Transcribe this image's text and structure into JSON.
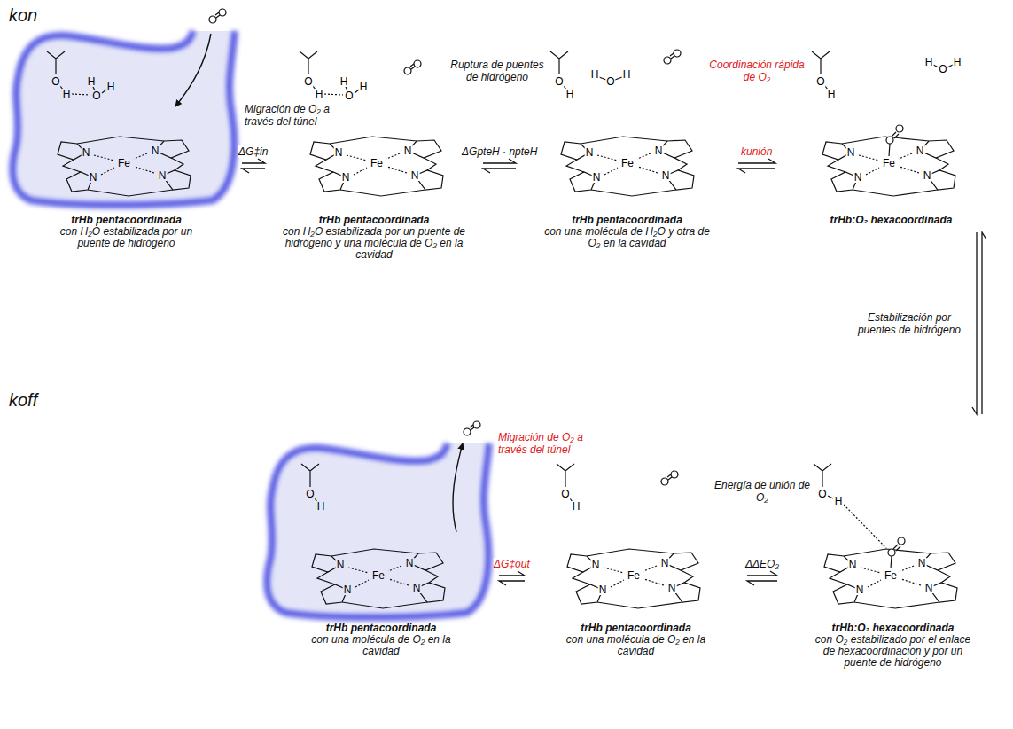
{
  "diagram": {
    "nodes": [
      {
        "text": [
          "trHb pentacoordinada",
          "con H₂O estabilizada por un puente de hidrógeno"
        ]
      },
      {
        "text": [
          "trHb pentacoordinada",
          "con H₂O estabilizada por un puente de hidrógeno y una molécula de O₂ en la cavidad"
        ]
      },
      {
        "text": [
          "trHb pentacoordinada",
          "con una molécula de H₂O y otra de O₂ en la cavidad"
        ]
      },
      {
        "text": [
          "trHb:O₂ hexacoordinada"
        ]
      },
      {
        "text": [
          "trHb pentacoordinada",
          "con una molécula de O₂ en la cavidad"
        ]
      },
      {
        "text": [
          "trHb pentacoordinada",
          "con una molécula de O₂ en la cavidad"
        ]
      },
      {
        "text": [
          "trHb:O₂ hexacoordinada",
          "con O₂ estabilizado por el enlace de hexacoordinación y por un puente de hidrógeno"
        ]
      }
    ],
    "edges": [
      {
        "from": 0,
        "to": 1,
        "arrow": "both",
        "label": "ΔG‡in"
      },
      {
        "from": 1,
        "to": 2,
        "arrow": "both",
        "label": "ΔGpteH · npteH"
      },
      {
        "from": 2,
        "to": 3,
        "arrow": "both",
        "label": "kunión"
      },
      {
        "from": 3,
        "to": 6,
        "arrow": "both",
        "label": "Estabilización por puentes de hidrógeno"
      },
      {
        "from": 4,
        "to": 5,
        "arrow": "both",
        "label": "ΔG‡out"
      },
      {
        "from": 5,
        "to": 6,
        "arrow": "both",
        "label": "ΔΔEO₂"
      }
    ],
    "labels": [
      "kon",
      "koff",
      "Migración de O₂ a través del túnel",
      "Ruptura de puentes de hidrógeno",
      "Coordinación rápida de O₂",
      "Energía de unión de O₂",
      "Migración de O₂ a través del túnel",
      "O",
      "H",
      "H",
      "O",
      "H",
      "N",
      "N",
      "Fe",
      "N",
      "N",
      "O",
      "H",
      "H",
      "O",
      "H",
      "N",
      "N",
      "Fe",
      "N",
      "N",
      "O",
      "H",
      "H",
      "O",
      "H",
      "N",
      "N",
      "Fe",
      "N",
      "N",
      "O",
      "H",
      "H",
      "O",
      "H",
      "N",
      "N",
      "Fe",
      "N",
      "N",
      "O",
      "H",
      "N",
      "N",
      "Fe",
      "N",
      "N",
      "O",
      "H",
      "N",
      "N",
      "Fe",
      "N",
      "N",
      "O",
      "H",
      "N",
      "N",
      "Fe",
      "N",
      "N"
    ]
  }
}
